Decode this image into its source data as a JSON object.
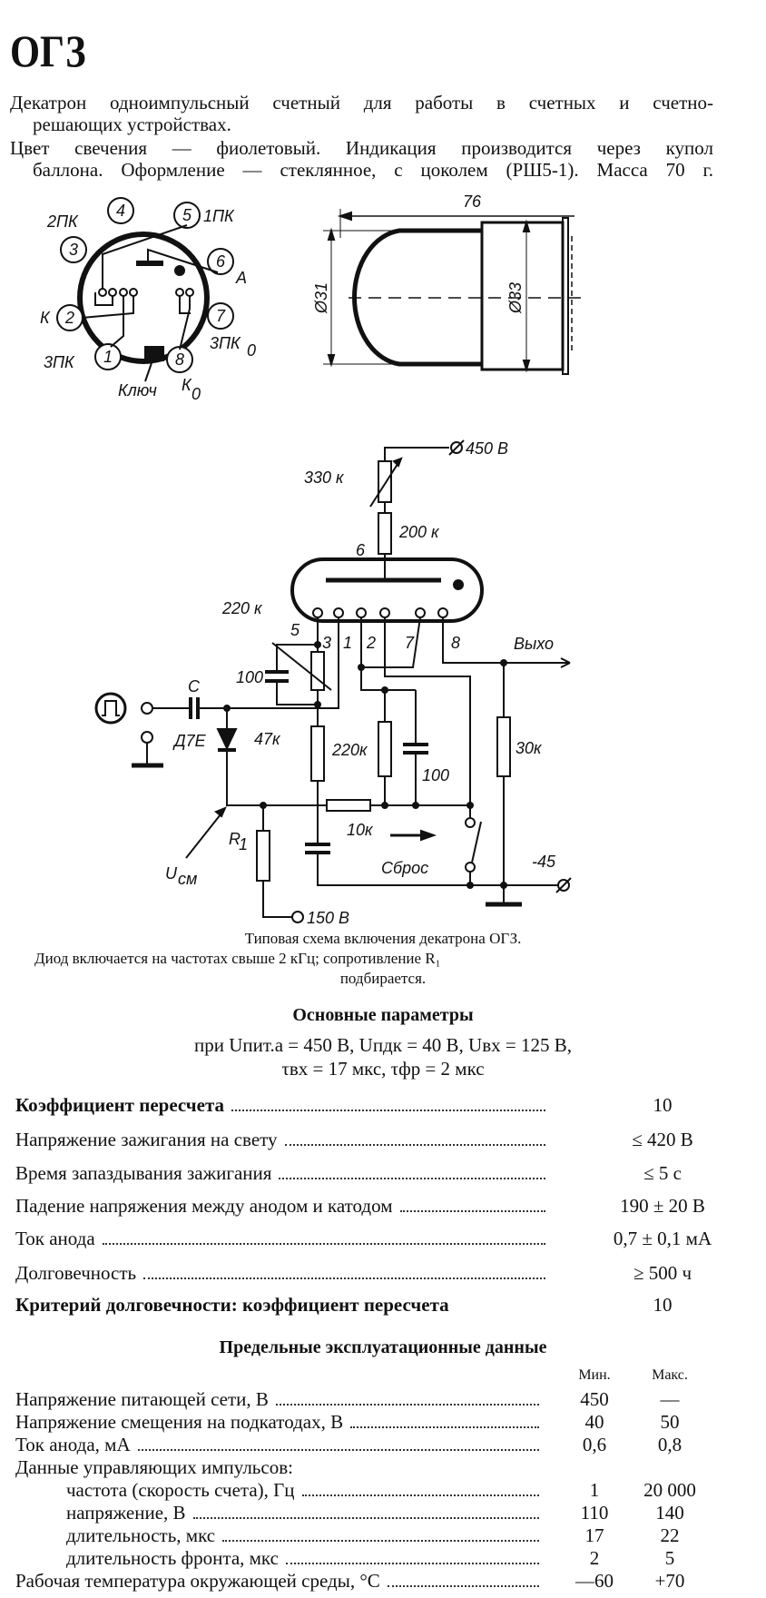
{
  "title": "ОГЗ",
  "description": {
    "line1": "Декатрон одноимпульсный счетный для работы в счетных и счетно-",
    "line2": "решающих устройствах.",
    "line3": "Цвет свечения — фиолетовый. Индикация производится через купол",
    "line4": "баллона. Оформление — стеклянное, с цоколем (РШ5-1). Масса 70 г."
  },
  "pinout": {
    "pins": [
      "1",
      "2",
      "3",
      "4",
      "5",
      "6",
      "7",
      "8"
    ],
    "labels": {
      "p2pk": "2ПК",
      "p1pk": "1ПК",
      "anode": "А",
      "cathode": "К",
      "p3pk0": "3ПК",
      "p3pk0_sub": "0",
      "p3pk": "3ПК",
      "key": "Ключ",
      "k0": "К",
      "k0_sub": "0"
    }
  },
  "dimensions": {
    "length": "76",
    "d1": "Ø31",
    "d2": "Ø33"
  },
  "circuit": {
    "supply_450": "450 В",
    "r330": "330 к",
    "r200": "200 к",
    "pin6": "6",
    "r220_pot": "220 к",
    "pin5": "5",
    "pin3": "3",
    "pin1": "1",
    "pin2": "2",
    "pin7": "7",
    "pin8": "8",
    "output": "Выхо",
    "c100a": "100",
    "cap_c": "С",
    "diode": "Д7Е",
    "r47": "47к",
    "r220": "220к",
    "c100b": "100",
    "r30": "30к",
    "r10": "10к",
    "reset": "Сброс",
    "minus45": "-45",
    "ucm": "U",
    "ucm_sub": "см",
    "r1": "R",
    "r1_sub": "1",
    "supply_150": "150 В"
  },
  "caption": {
    "line1": "Типовая схема включения декатрона ОГЗ.",
    "line2": "Диод включается на частотах свыше 2 кГц; сопротивление R₁",
    "line3": "подбирается."
  },
  "main_params": {
    "heading": "Основные параметры",
    "cond1": "при Uпит.а = 450 В, Uпдк = 40 В, Uвх = 125 В,",
    "cond2": "τвх = 17 мкс, τфр = 2 мкс",
    "rows": [
      {
        "label": "Коэффициент пересчета",
        "value": "10"
      },
      {
        "label": "Напряжение зажигания на свету",
        "value": "≤ 420 В"
      },
      {
        "label": "Время запаздывания зажигания",
        "value": "≤ 5 с"
      },
      {
        "label": "Падение напряжения между анодом и катодом",
        "value": "190 ± 20 В"
      },
      {
        "label": "Ток анода",
        "value": "0,7 ± 0,1 мА"
      },
      {
        "label": "Долговечность",
        "value": "≥ 500 ч"
      },
      {
        "label": "Критерий долговечности: коэффициент пересчета",
        "value": "10"
      }
    ]
  },
  "limits": {
    "heading": "Предельные эксплуатационные данные",
    "col_min": "Мин.",
    "col_max": "Макс.",
    "rows": [
      {
        "label": "Напряжение питающей сети, В",
        "min": "450",
        "max": "—"
      },
      {
        "label": "Напряжение смещения на подкатодах, В",
        "min": "40",
        "max": "50"
      },
      {
        "label": "Ток анода, мА",
        "min": "0,6",
        "max": "0,8"
      },
      {
        "label": "Данные управляющих импульсов:",
        "min": "",
        "max": ""
      },
      {
        "label": "частота (скорость счета), Гц",
        "min": "1",
        "max": "20 000"
      },
      {
        "label": "напряжение, В",
        "min": "110",
        "max": "140"
      },
      {
        "label": "длительность, мкс",
        "min": "17",
        "max": "22"
      },
      {
        "label": "длительность фронта, мкс",
        "min": "2",
        "max": "5"
      },
      {
        "label": "Рабочая температура окружающей среды, °С",
        "min": "—60",
        "max": "+70"
      }
    ]
  }
}
